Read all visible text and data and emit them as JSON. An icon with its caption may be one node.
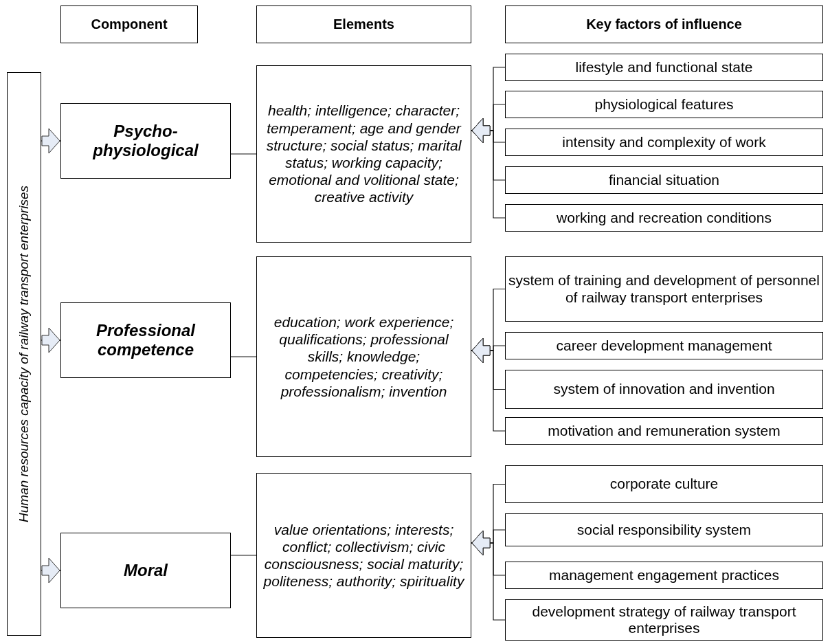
{
  "diagram": {
    "nodes": [
      {
        "text": [
          "Component"
        ]
      },
      {
        "text": [
          "Elements"
        ]
      },
      {
        "text": [
          "Key factors of influence"
        ]
      },
      {
        "text": [
          "Human resources capacity of railway transport enterprises"
        ]
      },
      {
        "text": [
          "Psycho- physiological"
        ]
      },
      {
        "text": [
          "health; intelligence; character; temperament; age and gender structure; social status; marital status; working capacity; emotional and volitional state; creative activity"
        ]
      },
      {
        "text": [
          "lifestyle and functional state"
        ]
      },
      {
        "text": [
          "physiological features"
        ]
      },
      {
        "text": [
          "intensity and complexity of work"
        ]
      },
      {
        "text": [
          "financial situation"
        ]
      },
      {
        "text": [
          "working and recreation conditions"
        ]
      },
      {
        "text": [
          "Professional competence"
        ]
      },
      {
        "text": [
          "education; work experience; qualifications; professional skills; knowledge; competencies; creativity; professionalism; invention"
        ]
      },
      {
        "text": [
          "system of training and development of personnel of railway transport enterprises"
        ]
      },
      {
        "text": [
          "career development management"
        ]
      },
      {
        "text": [
          "system of innovation and invention"
        ]
      },
      {
        "text": [
          "motivation and remuneration system"
        ]
      },
      {
        "text": [
          "Moral"
        ]
      },
      {
        "text": [
          "value orientations; interests; conflict; collectivism; civic consciousness; social maturity; politeness; authority; spirituality"
        ]
      },
      {
        "text": [
          "corporate culture"
        ]
      },
      {
        "text": [
          "social responsibility system"
        ]
      },
      {
        "text": [
          "management engagement practices"
        ]
      },
      {
        "text": [
          "development strategy of railway transport enterprises"
        ]
      }
    ],
    "edges": [
      {
        "from": 3,
        "to": 4,
        "arrow": "to"
      },
      {
        "from": 3,
        "to": 11,
        "arrow": "to"
      },
      {
        "from": 3,
        "to": 17,
        "arrow": "to"
      },
      {
        "from": 4,
        "to": 5,
        "arrow": "none"
      },
      {
        "from": 11,
        "to": 12,
        "arrow": "none"
      },
      {
        "from": 17,
        "to": 18,
        "arrow": "none"
      },
      {
        "from": 6,
        "to": 5,
        "arrow": "to"
      },
      {
        "from": 7,
        "to": 5,
        "arrow": "to"
      },
      {
        "from": 8,
        "to": 5,
        "arrow": "to"
      },
      {
        "from": 9,
        "to": 5,
        "arrow": "to"
      },
      {
        "from": 10,
        "to": 5,
        "arrow": "to"
      },
      {
        "from": 13,
        "to": 12,
        "arrow": "to"
      },
      {
        "from": 14,
        "to": 12,
        "arrow": "to"
      },
      {
        "from": 15,
        "to": 12,
        "arrow": "to"
      },
      {
        "from": 16,
        "to": 12,
        "arrow": "to"
      },
      {
        "from": 19,
        "to": 18,
        "arrow": "to"
      },
      {
        "from": 20,
        "to": 18,
        "arrow": "to"
      },
      {
        "from": 21,
        "to": 18,
        "arrow": "to"
      },
      {
        "from": 22,
        "to": 18,
        "arrow": "to"
      }
    ]
  }
}
